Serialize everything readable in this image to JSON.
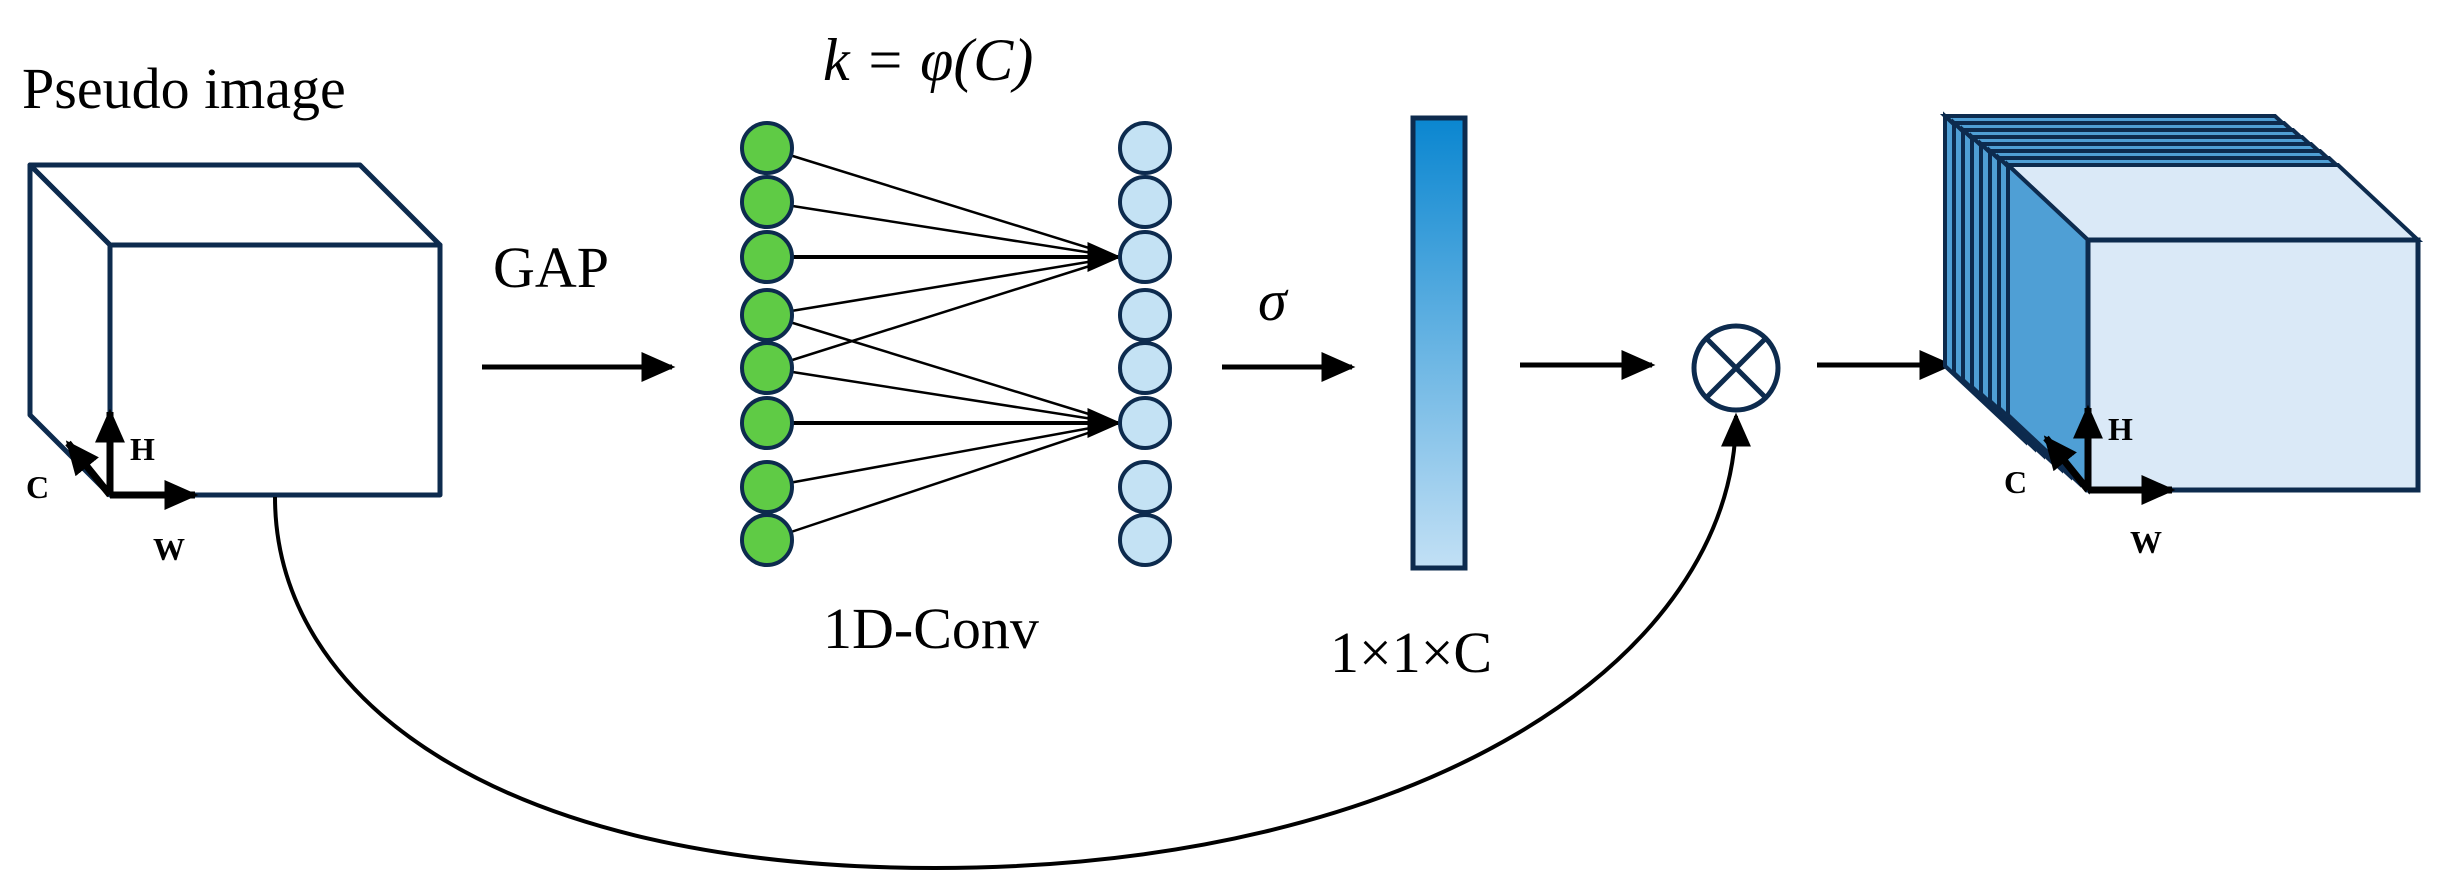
{
  "labels": {
    "pseudo_image": "Pseudo image",
    "gap": "GAP",
    "k_formula": "k = φ(C)",
    "sigma": "σ",
    "conv": "1D-Conv",
    "size": "1×1×C",
    "axis_h": "H",
    "axis_w": "W",
    "axis_c": "C"
  },
  "colors": {
    "outline": "#0d2b4e",
    "green_node": "#5fcb45",
    "blue_node": "#c4e2f4",
    "bar_top": "#0a86d0",
    "bar_bottom": "#c2e0f5",
    "output_face": "#dae9f7",
    "output_stripe": "#4f9fd5"
  },
  "icons": {
    "multiply": "circle-times-icon"
  }
}
